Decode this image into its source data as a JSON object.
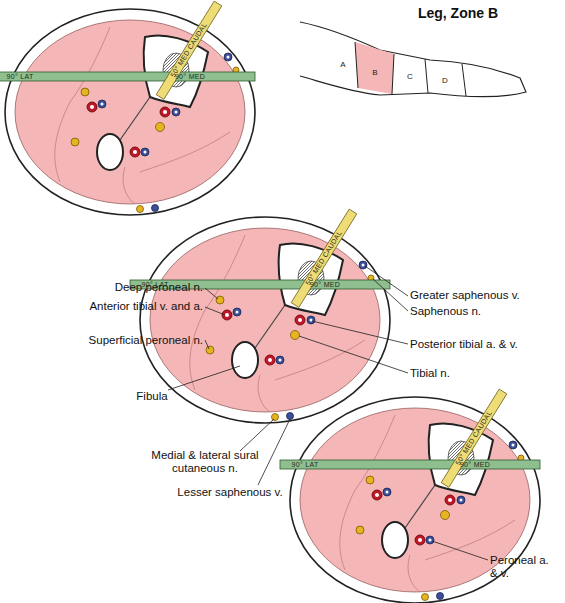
{
  "diagram": {
    "title": "Leg, Zone B",
    "labels": [
      "90° LAT",
      "90° MED",
      "50° MED CAUDAL",
      "Deep peroneal n.",
      "Anterior tibial v. and a.",
      "Superficial peroneal n.",
      "Fibula",
      "Medial & lateral sural cutaneous n.",
      "Lesser saphenous v.",
      "Greater saphenous v.",
      "Saphenous n.",
      "Posterior tibial a. & v.",
      "Tibial n.",
      "90° LAT",
      "90° MED",
      "50° MED CAUDAL",
      "90° LAT",
      "90° MED",
      "50° MED CAUDAL",
      "Peroneal a. & v.",
      "A",
      "B",
      "C",
      "D"
    ]
  }
}
